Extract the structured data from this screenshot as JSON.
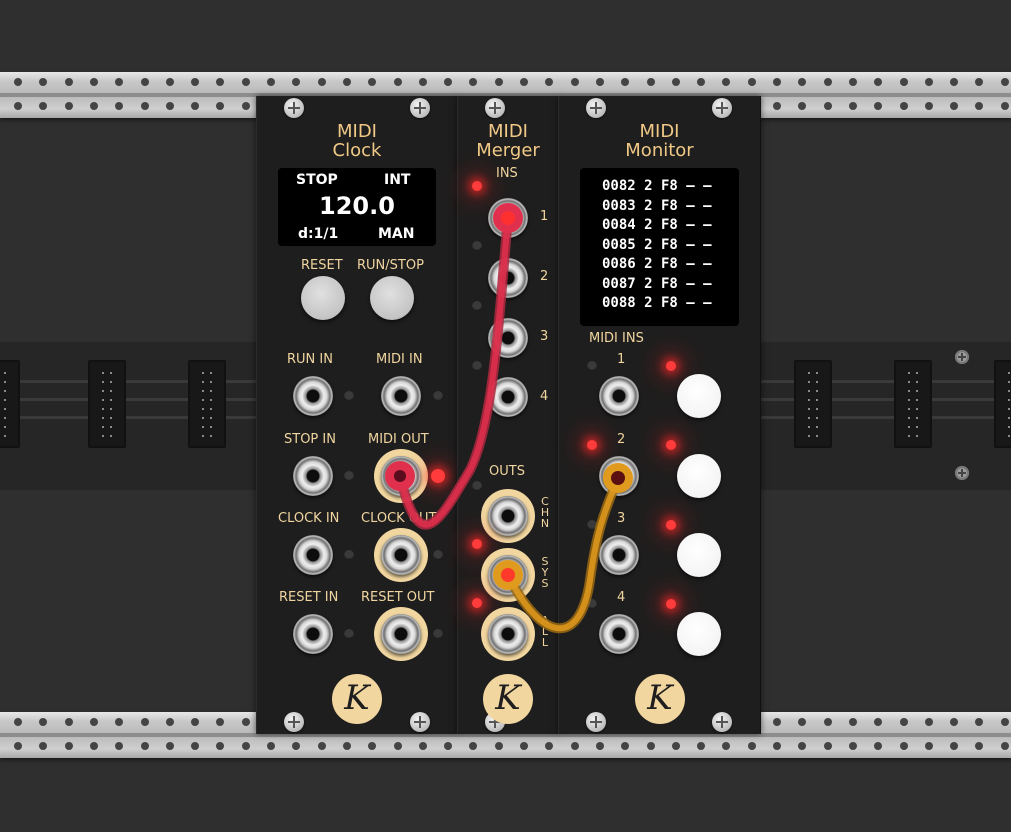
{
  "colors": {
    "accent": "#f0c986",
    "panel": "#1f1e1e",
    "led_on": "#ff3b3b",
    "cable_red": "#e0304e",
    "cable_orange": "#e09a1e"
  },
  "clock": {
    "title_line1": "MIDI",
    "title_line2": "Clock",
    "display": {
      "state": "STOP",
      "source": "INT",
      "bpm": "120.0",
      "division": "d:1/1",
      "mode": "MAN"
    },
    "reset_label": "RESET",
    "runstop_label": "RUN/STOP",
    "run_in": "RUN IN",
    "midi_in": "MIDI IN",
    "stop_in": "STOP IN",
    "midi_out": "MIDI OUT",
    "clock_in": "CLOCK IN",
    "clock_out": "CLOCK OUT",
    "reset_in": "RESET IN",
    "reset_out": "RESET OUT"
  },
  "merger": {
    "title_line1": "MIDI",
    "title_line2": "Merger",
    "ins_label": "INS",
    "outs_label": "OUTS",
    "in1": "1",
    "in2": "2",
    "in3": "3",
    "in4": "4",
    "out_chn": [
      "C",
      "H",
      "N"
    ],
    "out_sys": [
      "S",
      "Y",
      "S"
    ],
    "out_all": [
      "A",
      "L",
      "L"
    ]
  },
  "monitor": {
    "title_line1": "MIDI",
    "title_line2": "Monitor",
    "lines": [
      "0082 2 F8 – –",
      "0083 2 F8 – –",
      "0084 2 F8 – –",
      "0085 2 F8 – –",
      "0086 2 F8 – –",
      "0087 2 F8 – –",
      "0088 2 F8 – –"
    ],
    "ins_label": "MIDI INS",
    "in1": "1",
    "in2": "2",
    "in3": "3",
    "in4": "4"
  },
  "logo_glyph": "K"
}
